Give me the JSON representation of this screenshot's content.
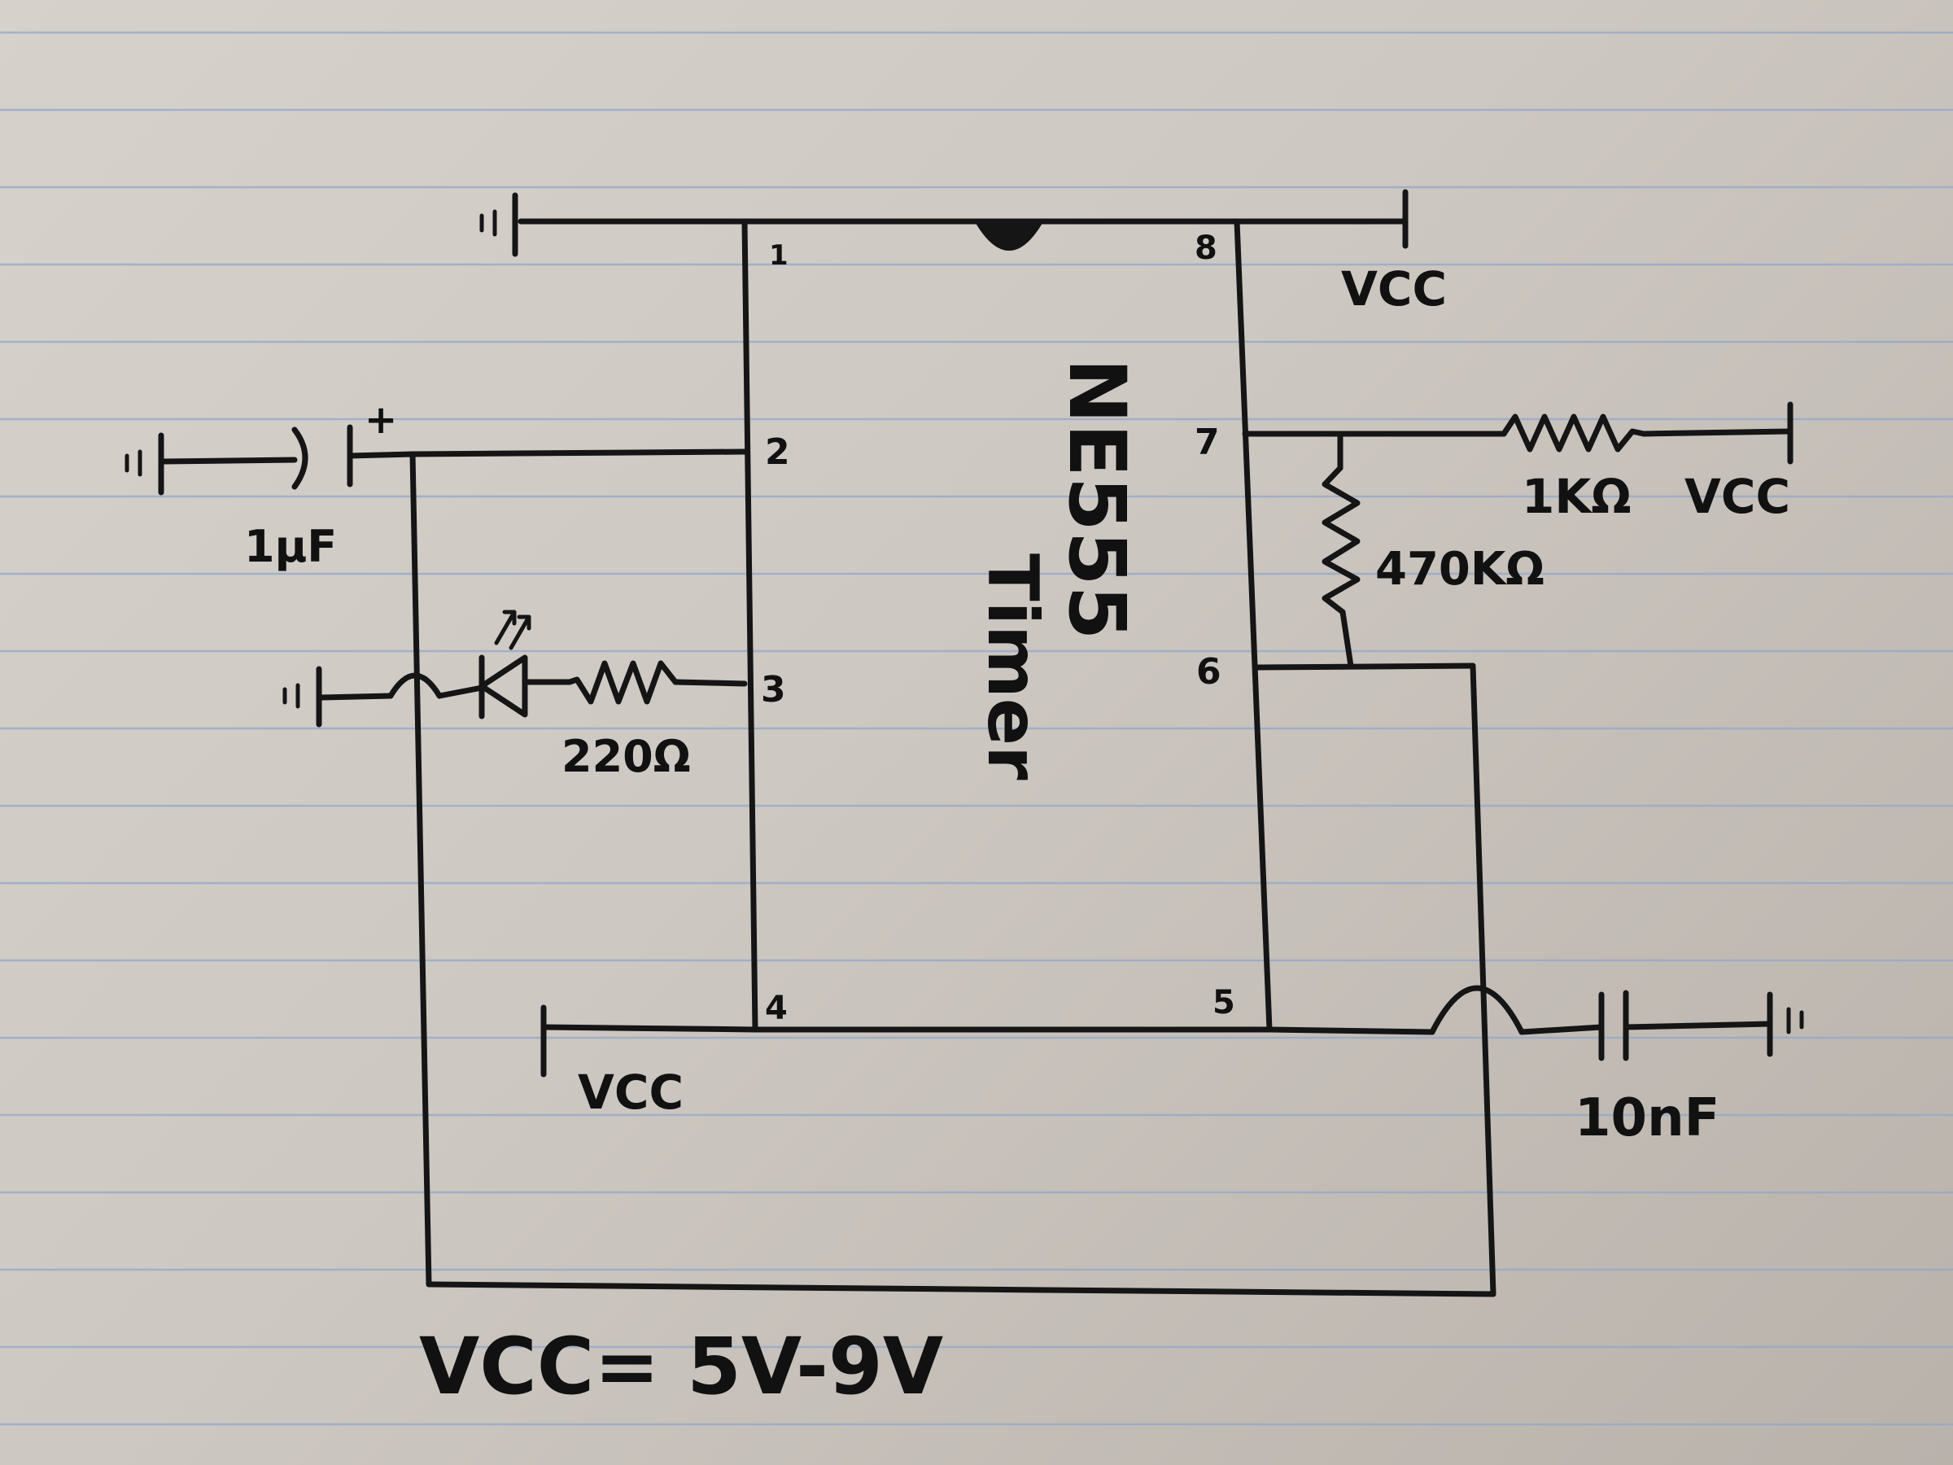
{
  "chip": {
    "name": "NE555",
    "sub": "Timer"
  },
  "pins": {
    "p1": "1",
    "p2": "2",
    "p3": "3",
    "p4": "4",
    "p5": "5",
    "p6": "6",
    "p7": "7",
    "p8": "8"
  },
  "labels": {
    "vcc_top": "VCC",
    "vcc_pin4": "VCC",
    "vcc_r1k": "VCC",
    "r_1k": "1KΩ",
    "r_470k": "470KΩ",
    "r_220": "220Ω",
    "c_timing": "1µF",
    "c_timing_polarity": "+",
    "c_control": "10nF",
    "supply_note": "VCC= 5V-9V"
  },
  "colors": {
    "ink": "#151515",
    "paper": "#d3cec8",
    "rule_line": "#8fa9c9"
  }
}
